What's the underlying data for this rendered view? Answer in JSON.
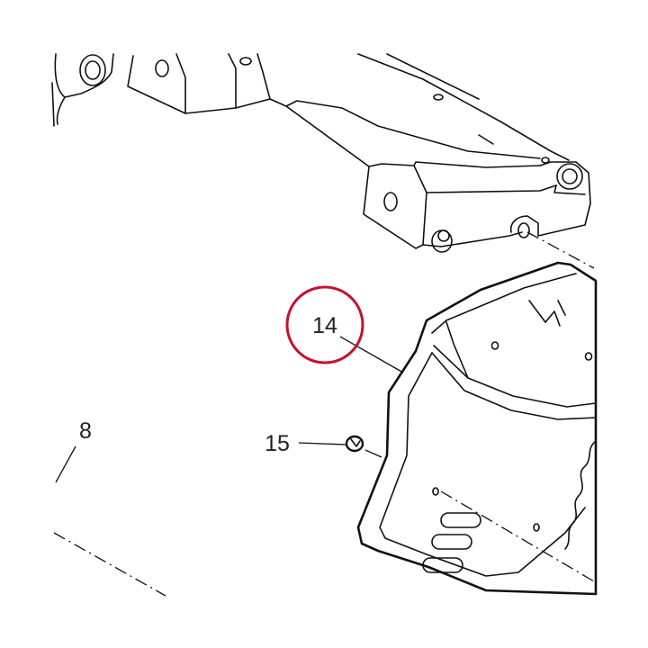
{
  "callouts": {
    "part_14": "14",
    "part_15": "15",
    "part_8": "8"
  },
  "highlight_color": "#c4122f",
  "highlighted_part": "14"
}
